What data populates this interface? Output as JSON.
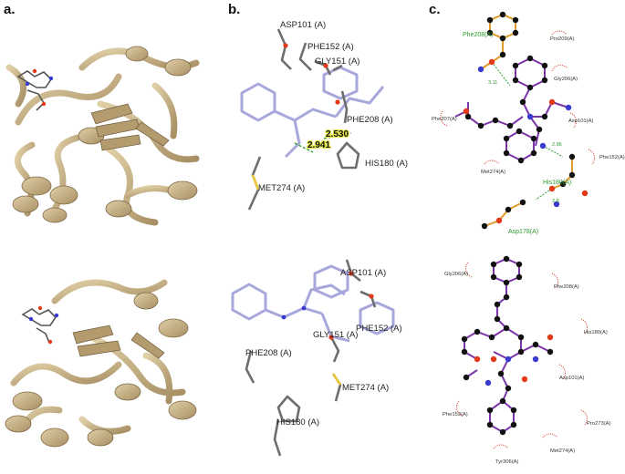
{
  "panel_labels": {
    "a": "a.",
    "b": "b.",
    "c": "c."
  },
  "panel_b": {
    "top": {
      "residues": [
        "ASP101 (A)",
        "PHE152 (A)",
        "GLY151 (A)",
        "PHE208 (A)",
        "HIS180 (A)",
        "MET274 (A)"
      ],
      "distances": [
        "2.530",
        "2.941"
      ]
    },
    "bottom": {
      "residues": [
        "ASP101 (A)",
        "GLY151 (A)",
        "PHE152 (A)",
        "PHE208 (A)",
        "MET274 (A)",
        "HIS180 (A)"
      ]
    }
  },
  "panel_c": {
    "top": {
      "hbond_residues": [
        "Phe208(A)",
        "His180(A)",
        "Asp178(A)"
      ],
      "hydrophobic_residues": [
        "Pro209(A)",
        "Gly206(A)",
        "Phe207(A)",
        "Asp101(A)",
        "Phe152(A)",
        "Met274(A)"
      ],
      "distances": [
        "3.11",
        "2.96",
        "2.8"
      ]
    },
    "bottom": {
      "hydrophobic_residues": [
        "Gly206(A)",
        "Phe208(A)",
        "His180(A)",
        "Asp101(A)",
        "Phe152(A)",
        "Pro273(A)",
        "Met274(A)",
        "Tyr306(A)"
      ]
    }
  },
  "colors": {
    "ribbon": "#c9b48c",
    "ribbon_dark": "#8f7a55",
    "ligand_stick": "#a7a7dc",
    "residue_stick": "#6e6e6e",
    "hbond": "#2e9a2e",
    "bond_purple": "#7b35a8",
    "hydrophobic_arc": "#d2301c",
    "oxygen": "#e23a1a",
    "nitrogen": "#3a3ad0",
    "sulfur": "#e8c93a"
  }
}
